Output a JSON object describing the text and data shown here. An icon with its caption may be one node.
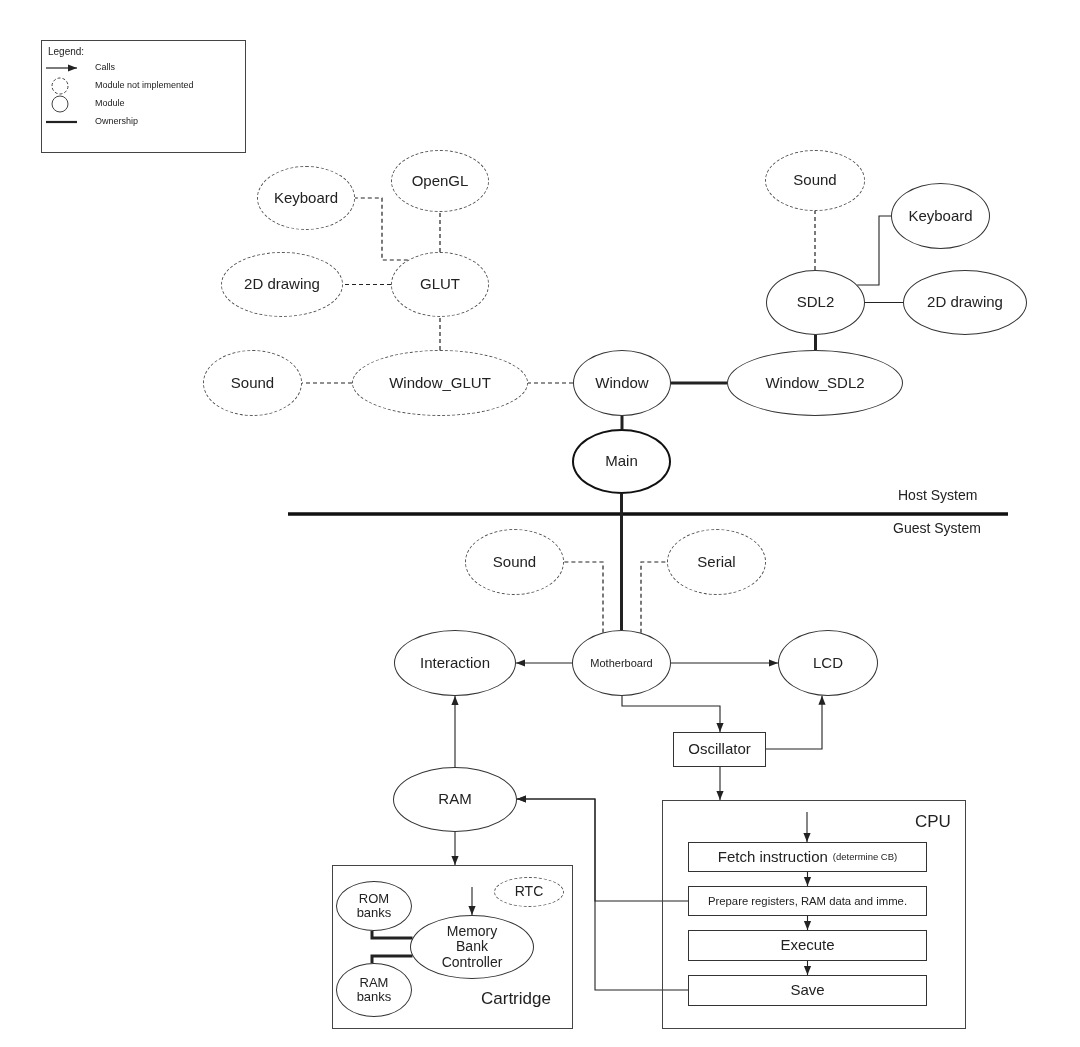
{
  "diagram": {
    "nodes": [
      {
        "text": [
          "Keyboard"
        ]
      },
      {
        "text": [
          "OpenGL"
        ]
      },
      {
        "text": [
          "2D drawing"
        ]
      },
      {
        "text": [
          "GLUT"
        ]
      },
      {
        "text": [
          "Sound"
        ]
      },
      {
        "text": [
          "Window_GLUT"
        ]
      },
      {
        "text": [
          "Window"
        ]
      },
      {
        "text": [
          "Sound"
        ]
      },
      {
        "text": [
          "Keyboard"
        ]
      },
      {
        "text": [
          "SDL2"
        ]
      },
      {
        "text": [
          "2D drawing"
        ]
      },
      {
        "text": [
          "Window_SDL2"
        ]
      },
      {
        "text": [
          "Main"
        ]
      },
      {
        "text": [
          "Sound"
        ]
      },
      {
        "text": [
          "Serial"
        ]
      },
      {
        "text": [
          "Interaction"
        ]
      },
      {
        "text": [
          "Motherboard"
        ]
      },
      {
        "text": [
          "LCD"
        ]
      },
      {
        "text": [
          "Oscillator"
        ]
      },
      {
        "text": [
          "RAM"
        ]
      },
      {
        "text": [
          "Cartridge"
        ]
      },
      {
        "text": [
          "ROM banks"
        ],
        "in": 20
      },
      {
        "text": [
          "RTC"
        ],
        "in": 20
      },
      {
        "text": [
          "Memory Bank Controller"
        ],
        "in": 20
      },
      {
        "text": [
          "RAM banks"
        ],
        "in": 20
      },
      {
        "text": [
          "CPU"
        ]
      },
      {
        "text": [
          "Fetch instruction",
          "(determine CB)"
        ],
        "in": 25
      },
      {
        "text": [
          "Prepare registers, RAM data and imme."
        ],
        "in": 25
      },
      {
        "text": [
          "Execute"
        ],
        "in": 25
      },
      {
        "text": [
          "Save"
        ],
        "in": 25
      }
    ],
    "edges": [
      {
        "from": 3,
        "to": 0,
        "arrow": "none",
        "style": "dashed"
      },
      {
        "from": 3,
        "to": 1,
        "arrow": "none",
        "style": "dashed"
      },
      {
        "from": 3,
        "to": 2,
        "arrow": "none",
        "style": "dashed"
      },
      {
        "from": 5,
        "to": 3,
        "arrow": "none",
        "style": "dashed"
      },
      {
        "from": 5,
        "to": 4,
        "arrow": "none",
        "style": "dashed"
      },
      {
        "from": 6,
        "to": 5,
        "arrow": "none",
        "style": "dashed"
      },
      {
        "from": 9,
        "to": 7,
        "arrow": "none",
        "style": "dashed"
      },
      {
        "from": 9,
        "to": 8,
        "arrow": "none"
      },
      {
        "from": 9,
        "to": 10,
        "arrow": "none"
      },
      {
        "from": 11,
        "to": 9,
        "arrow": "none",
        "style": "thick"
      },
      {
        "from": 6,
        "to": 11,
        "arrow": "none",
        "style": "thick"
      },
      {
        "from": 12,
        "to": 6,
        "arrow": "none",
        "style": "thick"
      },
      {
        "from": 12,
        "to": 16,
        "arrow": "none",
        "style": "thick"
      },
      {
        "from": 16,
        "to": 13,
        "arrow": "none",
        "style": "dashed"
      },
      {
        "from": 16,
        "to": 14,
        "arrow": "none",
        "style": "dashed"
      },
      {
        "from": 16,
        "to": 15,
        "arrow": "to"
      },
      {
        "from": 16,
        "to": 17,
        "arrow": "to"
      },
      {
        "from": 16,
        "to": 18,
        "arrow": "to"
      },
      {
        "from": 18,
        "to": 17,
        "arrow": "to"
      },
      {
        "from": 18,
        "to": 25,
        "arrow": "to"
      },
      {
        "from": 19,
        "to": 15,
        "arrow": "to"
      },
      {
        "from": 19,
        "to": 20,
        "arrow": "to"
      },
      {
        "from": 27,
        "to": 19,
        "arrow": "to"
      },
      {
        "from": 29,
        "to": 19,
        "arrow": "to"
      },
      {
        "from": null,
        "to": 23,
        "arrow": "to"
      },
      {
        "from": 23,
        "to": 21,
        "arrow": "none",
        "style": "thick"
      },
      {
        "from": 23,
        "to": 24,
        "arrow": "none",
        "style": "thick"
      },
      {
        "from": null,
        "to": 26,
        "arrow": "to"
      },
      {
        "from": 26,
        "to": 27,
        "arrow": "to"
      },
      {
        "from": 27,
        "to": 28,
        "arrow": "to"
      },
      {
        "from": 28,
        "to": 29,
        "arrow": "to"
      }
    ],
    "labels": [
      "Legend:",
      "Host System",
      "Guest System"
    ],
    "legend": [
      {
        "text": "Calls"
      },
      {
        "text": "Module not implemented"
      },
      {
        "text": "Module"
      },
      {
        "text": "Ownership"
      }
    ]
  }
}
